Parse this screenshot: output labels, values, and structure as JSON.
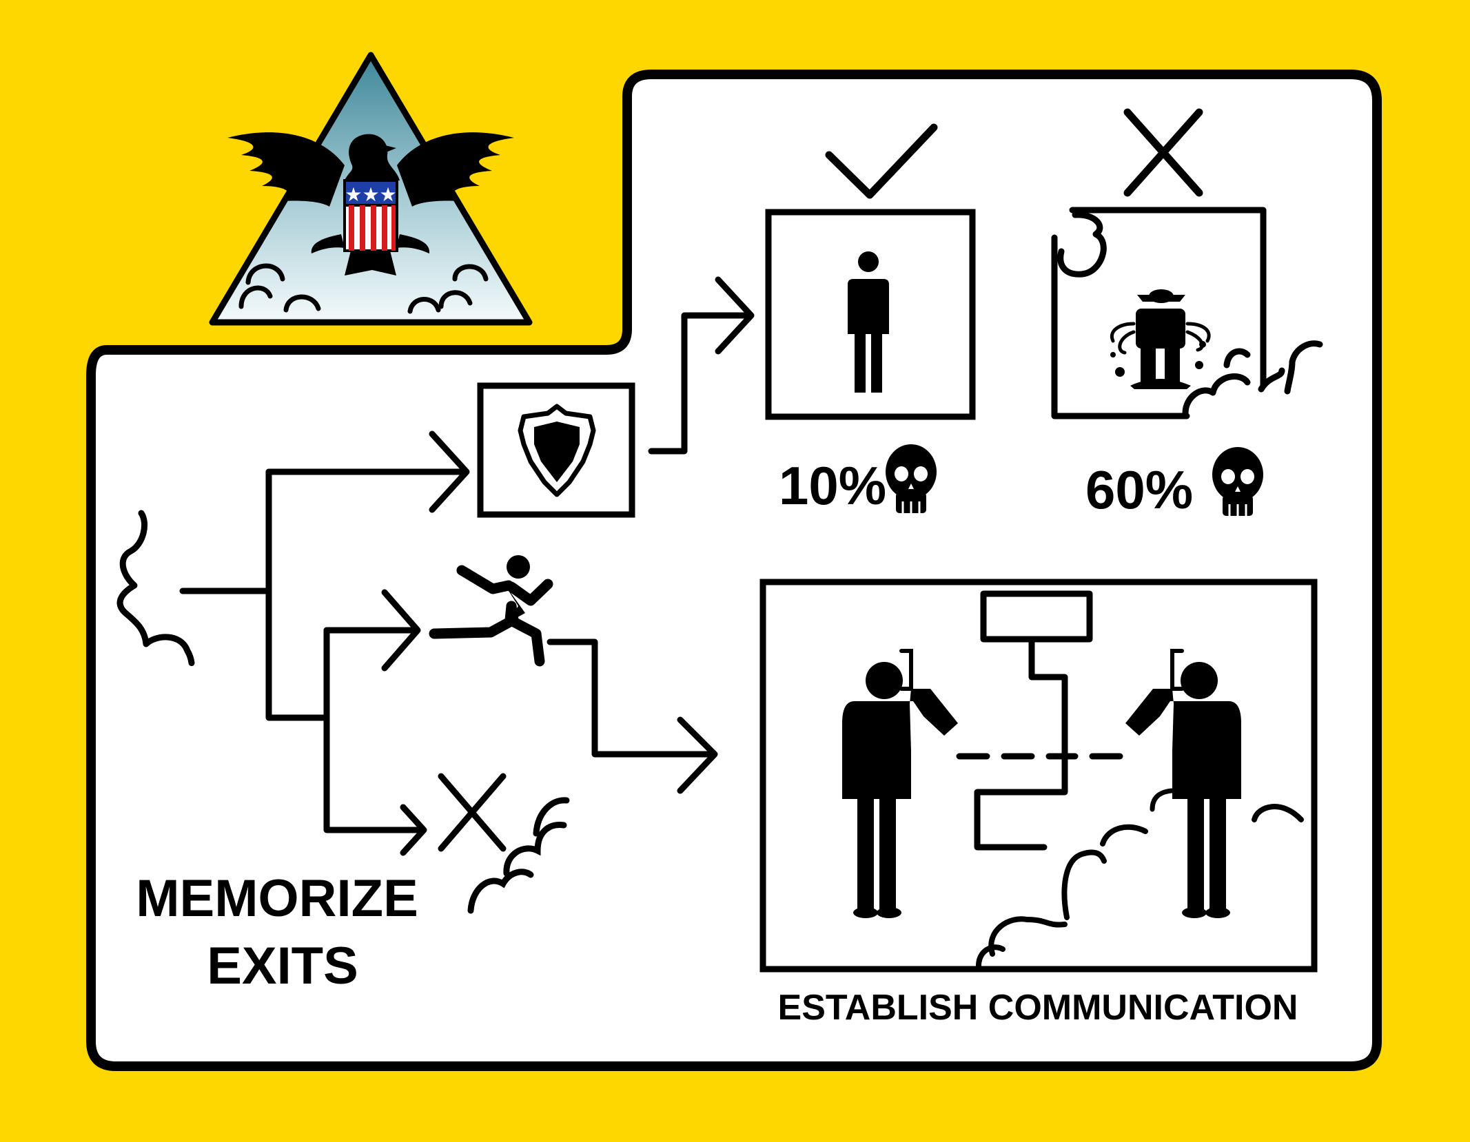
{
  "colors": {
    "background": "#FFD700",
    "panel": "#FFFFFF",
    "ink": "#000000",
    "emblem_sky_top": "#3E8799",
    "emblem_sky_bottom": "#F4FAFB",
    "shield_blue": "#1F3FA8",
    "shield_red": "#D8191E"
  },
  "labels": {
    "memorize_line1": "MEMORIZE",
    "memorize_line2": "EXITS",
    "establish": "ESTABLISH COMMUNICATION",
    "pct_survive": "10%",
    "pct_doom": "60%"
  },
  "icons": {
    "emblem": "eagle-triangle-emblem",
    "shield": "shield-icon",
    "check": "check-mark-icon",
    "cross": "cross-mark-icon",
    "skull": "skull-icon",
    "runner": "running-person-icon",
    "person": "standing-person-icon",
    "phone": "phone-handset-icon"
  }
}
